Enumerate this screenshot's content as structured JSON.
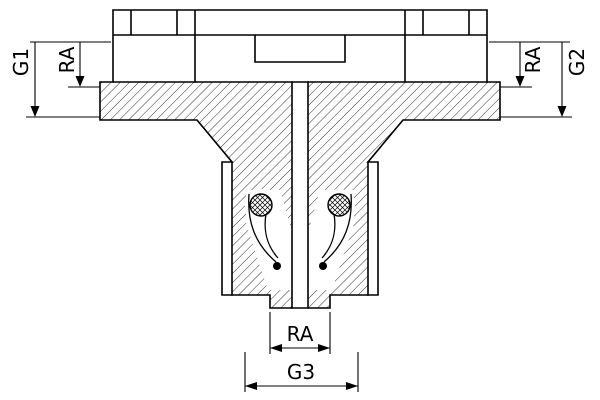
{
  "drawing": {
    "labels": {
      "g1": "G1",
      "ra_left": "RA",
      "ra_right": "RA",
      "g2": "G2",
      "ra_bottom": "RA",
      "g3": "G3"
    },
    "colors": {
      "line": "#000000",
      "background": "#ffffff"
    }
  }
}
